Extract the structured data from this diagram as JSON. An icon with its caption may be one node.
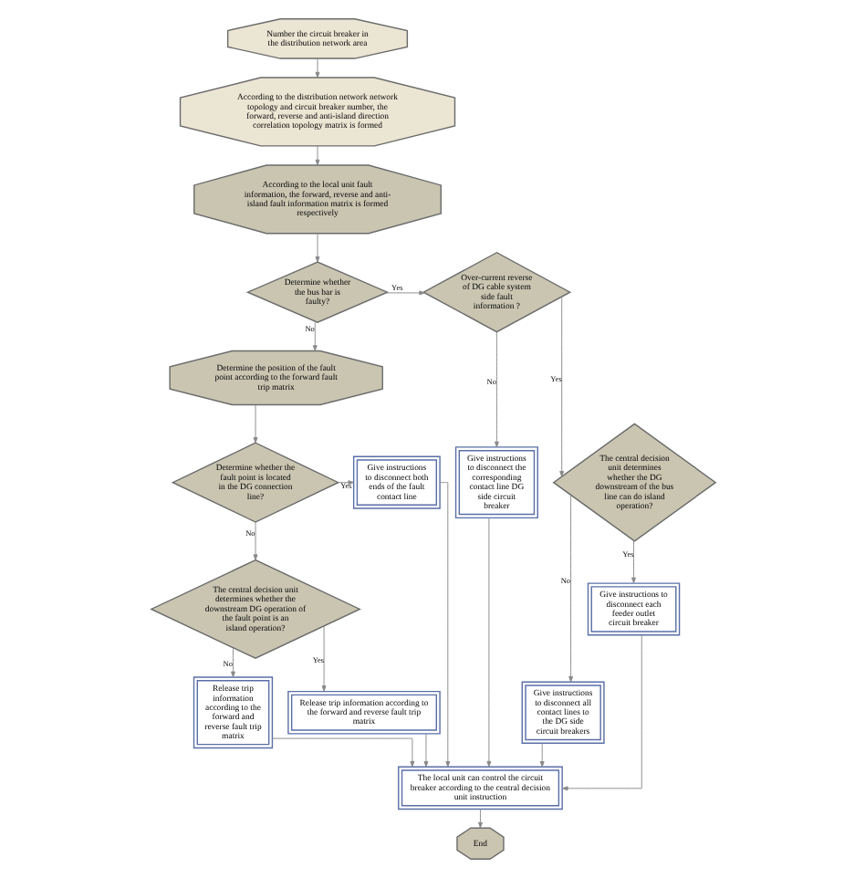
{
  "diagram": {
    "nodes": [
      {
        "text": [
          "Number the circuit breaker in the distribution network area"
        ]
      },
      {
        "text": [
          "According to the distribution network network topology and circuit breaker number, the forward, reverse and anti-island direction correlation topology matrix is formed"
        ]
      },
      {
        "text": [
          "According to the local unit fault information, the forward, reverse and anti-island fault information matrix is formed respectively"
        ]
      },
      {
        "text": [
          "Determine whether the bus bar is faulty?"
        ]
      },
      {
        "text": [
          "Determine the position of the fault point according to the forward fault trip matrix"
        ]
      },
      {
        "text": [
          "Determine whether the fault point is located in the DG connection line?"
        ]
      },
      {
        "text": [
          "Give instructions to disconnect both ends of the fault contact line"
        ]
      },
      {
        "text": [
          "The central decision unit determines whether the downstream DG operation of the fault point is an island operation?"
        ]
      },
      {
        "text": [
          "Release trip information according to the forward and reverse fault trip matrix"
        ]
      },
      {
        "text": [
          "Release trip information according to the forward and reverse fault trip matrix"
        ]
      },
      {
        "text": [
          "Over-current reverse of DG cable system side fault information ?"
        ]
      },
      {
        "text": [
          "Give instructions to disconnect the corresponding contact line DG side circuit breaker"
        ]
      },
      {
        "text": [
          "The central decision unit determines whether the DG downstream of the bus line can do island operation?"
        ]
      },
      {
        "text": [
          "Give instructions to disconnect all contact lines to the DG side circuit breakers"
        ]
      },
      {
        "text": [
          "Give instructions to disconnect each feeder outlet circuit breaker"
        ]
      },
      {
        "text": [
          "The local unit can control the circuit breaker according to the central decision unit instruction"
        ]
      },
      {
        "text": [
          "End"
        ]
      }
    ],
    "edges": [
      {
        "from": 0,
        "to": 1,
        "arrow": "to"
      },
      {
        "from": 1,
        "to": 2,
        "arrow": "to"
      },
      {
        "from": 2,
        "to": 3,
        "arrow": "to"
      },
      {
        "from": 3,
        "to": 4,
        "arrow": "to",
        "label": "No"
      },
      {
        "from": 3,
        "to": 10,
        "arrow": "to",
        "label": "Yes"
      },
      {
        "from": 4,
        "to": 5,
        "arrow": "to"
      },
      {
        "from": 5,
        "to": 6,
        "arrow": "to",
        "label": "Yes"
      },
      {
        "from": 5,
        "to": 7,
        "arrow": "to",
        "label": "No"
      },
      {
        "from": 7,
        "to": 8,
        "arrow": "to",
        "label": "No"
      },
      {
        "from": 7,
        "to": 9,
        "arrow": "to",
        "label": "Yes"
      },
      {
        "from": 10,
        "to": 11,
        "arrow": "to",
        "label": "No"
      },
      {
        "from": 10,
        "to": 12,
        "arrow": "to",
        "label": "Yes"
      },
      {
        "from": 12,
        "to": 13,
        "arrow": "to",
        "label": "No"
      },
      {
        "from": 12,
        "to": 14,
        "arrow": "to",
        "label": "Yes"
      },
      {
        "from": 6,
        "to": 15,
        "arrow": "to"
      },
      {
        "from": 8,
        "to": 15,
        "arrow": "to"
      },
      {
        "from": 9,
        "to": 15,
        "arrow": "to"
      },
      {
        "from": 11,
        "to": 15,
        "arrow": "to"
      },
      {
        "from": 13,
        "to": 15,
        "arrow": "to"
      },
      {
        "from": 14,
        "to": 15,
        "arrow": "to"
      },
      {
        "from": 15,
        "to": 16,
        "arrow": "to"
      }
    ]
  }
}
